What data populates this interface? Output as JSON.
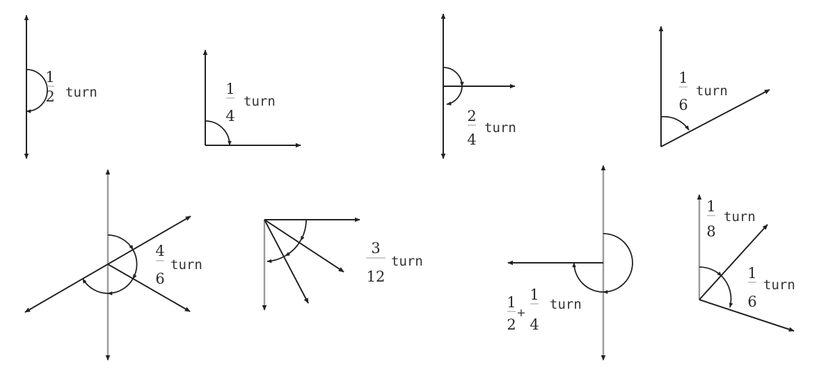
{
  "turn_word": "turn",
  "panels": [
    {
      "id": "p1",
      "num": "1",
      "den": "2"
    },
    {
      "id": "p2",
      "num": "1",
      "den": "4"
    },
    {
      "id": "p3",
      "num": "2",
      "den": "4"
    },
    {
      "id": "p4",
      "num": "1",
      "den": "6"
    },
    {
      "id": "p5",
      "num": "4",
      "den": "6"
    },
    {
      "id": "p6",
      "num": "3",
      "den": "12"
    },
    {
      "id": "p7",
      "num1": "1",
      "den1": "2",
      "op": "+",
      "num2": "1",
      "den2": "4"
    },
    {
      "id": "p8a",
      "num": "1",
      "den": "8"
    },
    {
      "id": "p8b",
      "num": "1",
      "den": "6"
    }
  ]
}
